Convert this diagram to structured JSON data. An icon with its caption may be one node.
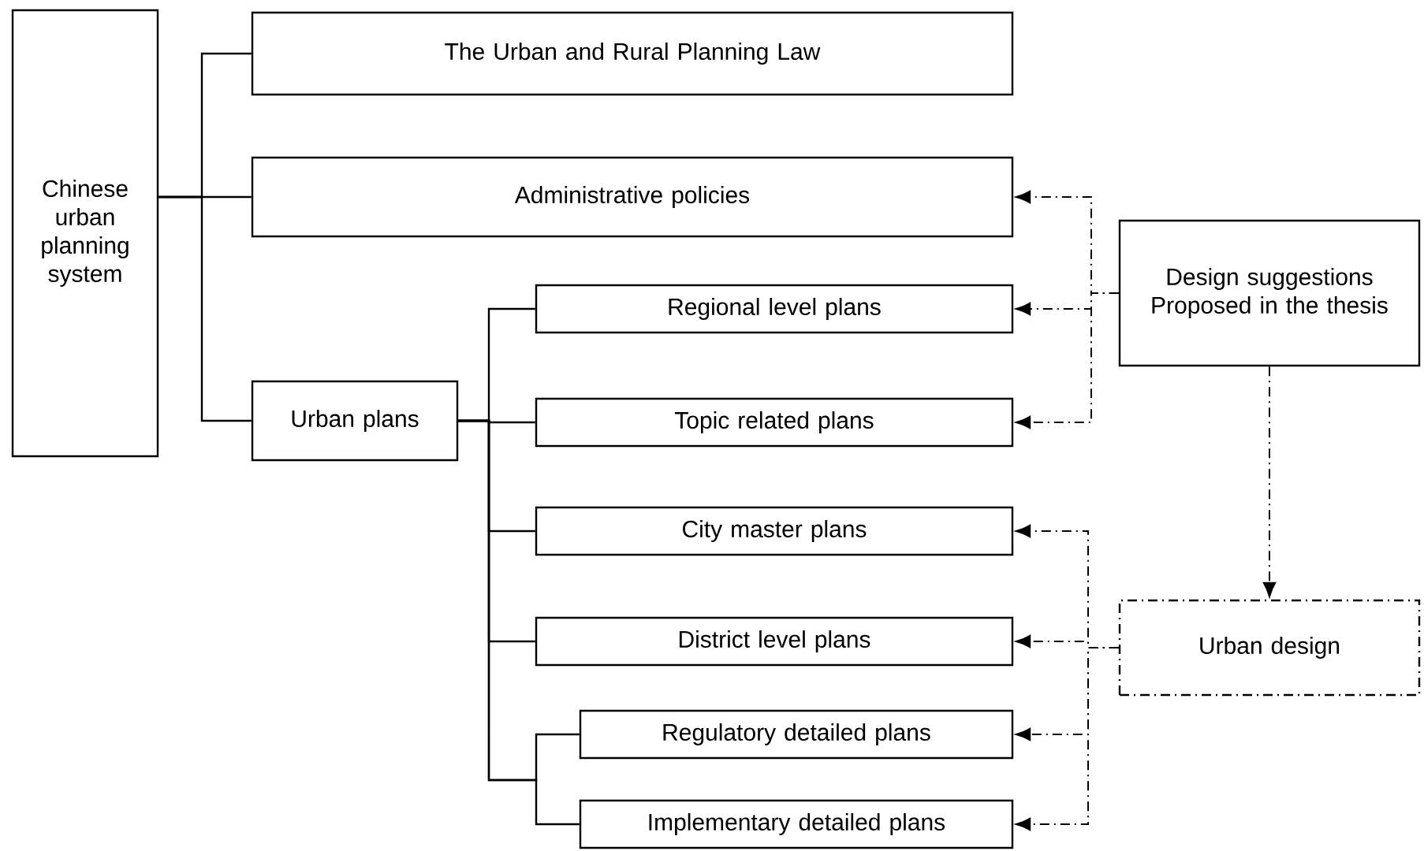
{
  "diagram": {
    "nodes": [
      {
        "text": [
          "Chinese urban planning system"
        ]
      },
      {
        "text": [
          "The Urban and Rural Planning Law"
        ]
      },
      {
        "text": [
          "Administrative policies"
        ]
      },
      {
        "text": [
          "Urban plans"
        ]
      },
      {
        "text": [
          "Regional level plans"
        ]
      },
      {
        "text": [
          "Topic related plans"
        ]
      },
      {
        "text": [
          "City master plans"
        ]
      },
      {
        "text": [
          "District level plans"
        ]
      },
      {
        "text": [
          "Regulatory detailed plans"
        ]
      },
      {
        "text": [
          "Implementary detailed plans"
        ]
      },
      {
        "text": [
          "Design suggestions Proposed in the thesis"
        ]
      },
      {
        "text": [
          "Urban design"
        ]
      }
    ],
    "edges": [
      {
        "from": 0,
        "to": 1,
        "arrow": "none"
      },
      {
        "from": 0,
        "to": 2,
        "arrow": "none"
      },
      {
        "from": 0,
        "to": 3,
        "arrow": "none"
      },
      {
        "from": 3,
        "to": 4,
        "arrow": "none"
      },
      {
        "from": 3,
        "to": 5,
        "arrow": "none"
      },
      {
        "from": 3,
        "to": 6,
        "arrow": "none"
      },
      {
        "from": 3,
        "to": 7,
        "arrow": "none"
      },
      {
        "from": 3,
        "to": 8,
        "arrow": "none"
      },
      {
        "from": 3,
        "to": 9,
        "arrow": "none"
      },
      {
        "from": 10,
        "to": 2,
        "arrow": "to",
        "style": "dashed"
      },
      {
        "from": 10,
        "to": 4,
        "arrow": "to",
        "style": "dashed"
      },
      {
        "from": 10,
        "to": 5,
        "arrow": "to",
        "style": "dashed"
      },
      {
        "from": 10,
        "to": 11,
        "arrow": "to",
        "style": "dashed"
      },
      {
        "from": 11,
        "to": 6,
        "arrow": "to",
        "style": "dashed"
      },
      {
        "from": 11,
        "to": 7,
        "arrow": "to",
        "style": "dashed"
      },
      {
        "from": 11,
        "to": 8,
        "arrow": "to",
        "style": "dashed"
      },
      {
        "from": 11,
        "to": 9,
        "arrow": "to",
        "style": "dashed"
      }
    ]
  }
}
